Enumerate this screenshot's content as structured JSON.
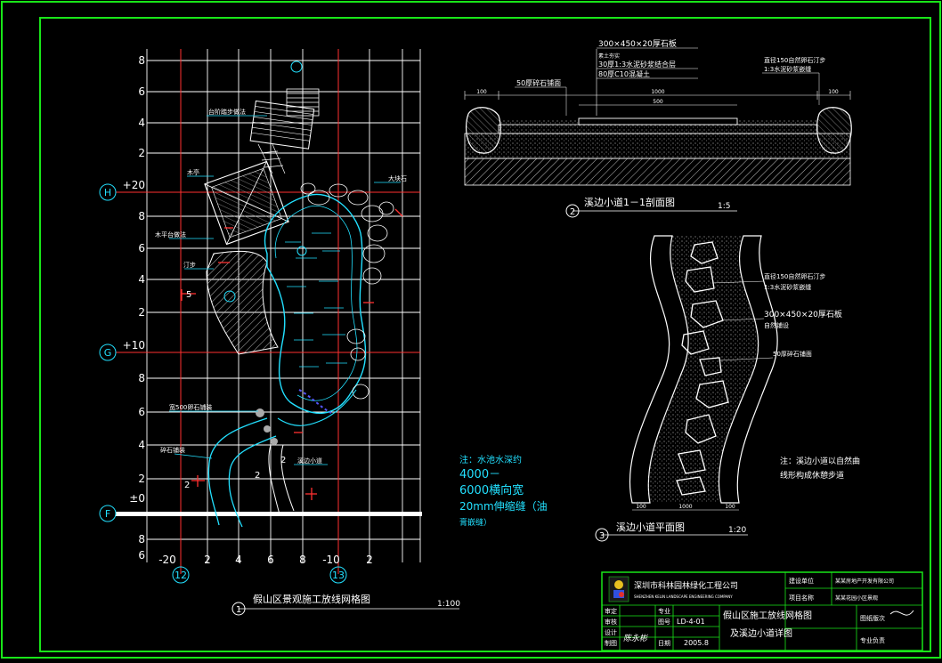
{
  "colors": {
    "frame": "#19e619",
    "grid": "#ffffff",
    "axis_red": "#ff3030",
    "cyan": "#22e0ff",
    "text_white": "#ffffff",
    "hatch": "#bbbbbb"
  },
  "plan": {
    "row_labels": [
      "8",
      "6",
      "4",
      "2",
      "+20",
      "8",
      "6",
      "4",
      "2",
      "+10",
      "8",
      "6",
      "4",
      "2",
      "±0",
      "8",
      "6"
    ],
    "col_labels": [
      "-20",
      "2",
      "4",
      "6",
      "8",
      "-10",
      "2"
    ],
    "grid_refs": {
      "h": "H",
      "g": "G",
      "f": "F",
      "c12": "12",
      "c13": "13"
    },
    "notes": [
      "5",
      "2",
      "2",
      "2"
    ],
    "callouts": [
      "台阶踏步做法",
      "木亭",
      "木平台做法",
      "大块石",
      "汀步",
      "碎石铺装",
      "溪边小道",
      "宽500卵石铺装"
    ],
    "title": "假山区景观施工放线网格图",
    "number": "1",
    "scale": "1:100"
  },
  "section": {
    "top_note": "300×450×20厚石板",
    "layers": [
      "30厚1:3水泥砂浆结合层",
      "80厚C10混凝土",
      "素土夯实"
    ],
    "left_note": "50厚碎石铺面",
    "right_note_1": "直径150自然卵石汀步",
    "right_note_2": "1:3水泥砂浆嵌缝",
    "dims": [
      "100",
      "1000",
      "500",
      "100"
    ],
    "title": "溪边小道1－1剖面图",
    "number": "2",
    "scale": "1:5"
  },
  "plan_detail": {
    "notes": [
      "直径150自然卵石汀步",
      "1:3水泥砂浆嵌缝",
      "300×450×20厚石板",
      "自然铺设",
      "50厚碎石铺面"
    ],
    "dims": [
      "100",
      "1000",
      "100"
    ],
    "title": "溪边小道平面图",
    "number": "3",
    "scale": "1:20",
    "remark_1": "注：溪边小道以自然曲",
    "remark_2": "线形构成休憩步道"
  },
  "water_note": {
    "line1": "注：水池水深约",
    "line2": "4000－",
    "line3": "6000横向宽",
    "line4": "20mm伸缩缝（油",
    "line5": "膏嵌缝）"
  },
  "title_block": {
    "company": "深圳市科林园林绿化工程公司",
    "company_en": "SHENZHEN KELIN LANDSCAPE ENGINEERING COMPANY",
    "r1_label": "建设单位",
    "r1_value": "某某房地产开发有限公司",
    "r2_label": "项目名称",
    "r2_value": "某某花园小区景观",
    "left_labels": [
      "审定",
      "审核",
      "设计",
      "制图"
    ],
    "left_mid": [
      "专业",
      "图号",
      "日期"
    ],
    "drawing_no": "LD-4-01",
    "date": "2005.8",
    "drawing_title_1": "假山区施工放线网格图",
    "drawing_title_2": "及溪边小道详图",
    "right_labels": [
      "图纸版次",
      "专业负责"
    ],
    "signature": "陈永彬"
  }
}
